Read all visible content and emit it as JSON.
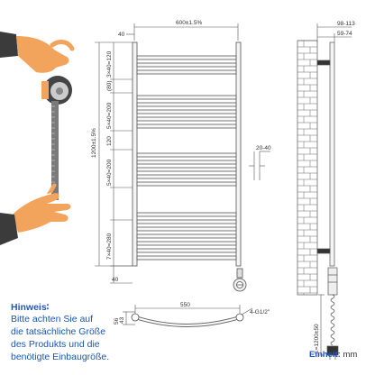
{
  "dimensions": {
    "width_top": "600±1.5%",
    "depth_top": "98-113",
    "depth_inner": "59-74",
    "offset_40_top": "40",
    "height_total": "1200±1.5%",
    "seg_top": "3×40=120",
    "seg_gap_1": "(80)",
    "seg_5x40_a": "5×40=200",
    "seg_120": "120",
    "seg_5x40_b": "5×40=200",
    "seg_7x40": "7×40=280",
    "offset_40_bottom": "40",
    "wall_dist": "20-40",
    "pipe_width": "550",
    "pipe_thread": "4-G1/2\"",
    "pipe_height": "56",
    "pipe_height2": "43",
    "cable_length": "L=1200±50"
  },
  "note": {
    "title": "Hinweis∶",
    "lines": [
      "Bitte achten Sie auf",
      "die tatsächliche Größe",
      "des Produkts und die",
      "benötigte Einbaugröße."
    ]
  },
  "unit": {
    "label": "Einheit:",
    "value": "mm"
  },
  "colors": {
    "line": "#555555",
    "skin": "#f2a35c",
    "sleeve": "#3b3b3b",
    "tape": "#7a7a7a",
    "text_blue": "#2457b8"
  }
}
